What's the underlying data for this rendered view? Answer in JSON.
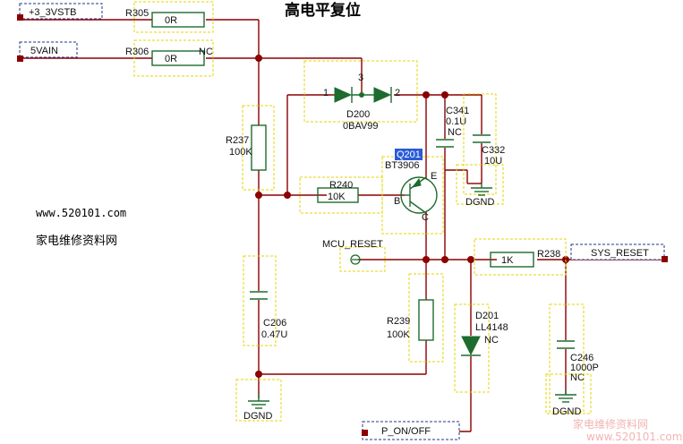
{
  "title": "高电平复位",
  "site": {
    "url": "www.520101.com",
    "name": "家电维修资料网"
  },
  "watermark": {
    "cn": "家电维修资料网",
    "url": "www.520101.com"
  },
  "ports": {
    "p1": "+3_3VSTB",
    "p2": "5VAIN",
    "p3": "SYS_RESET",
    "p4": "P_ON/OFF",
    "test": "MCU_RESET"
  },
  "parts": {
    "r305": {
      "ref": "R305",
      "value": "0R"
    },
    "r306": {
      "ref": "R306",
      "value": "0R",
      "note": "NC"
    },
    "r237": {
      "ref": "R237",
      "value": "100K"
    },
    "r240": {
      "ref": "R240",
      "value": "10K"
    },
    "r239": {
      "ref": "R239",
      "value": "100K"
    },
    "r238": {
      "ref": "R238",
      "value": "1K"
    },
    "d200": {
      "ref": "D200",
      "value": "0BAV99",
      "pin1": "1",
      "pin2": "2",
      "pin3": "3"
    },
    "d201": {
      "ref": "D201",
      "value": "LL4148",
      "note": "NC"
    },
    "q201": {
      "ref": "Q201",
      "value": "BT3906",
      "pin_b": "B",
      "pin_c": "C",
      "pin_e": "E"
    },
    "c341": {
      "ref": "C341",
      "value": "0.1U",
      "note": "NC"
    },
    "c332": {
      "ref": "C332",
      "value": "10U"
    },
    "c206": {
      "ref": "C206",
      "value": "0.47U"
    },
    "c246": {
      "ref": "C246",
      "value": "1000P",
      "note": "NC"
    }
  },
  "grounds": {
    "g1": "DGND",
    "g2": "DGND",
    "g3": "DGND"
  },
  "colors": {
    "wire": "#8b0000",
    "component": "#1e6b2e",
    "highlight_box": "#e6d600",
    "port_border": "#223388",
    "selection": "#2a5bd7"
  }
}
